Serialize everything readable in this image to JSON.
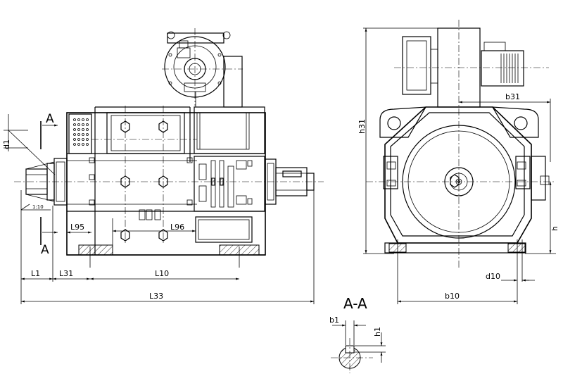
{
  "drawing": {
    "section_marker": "A",
    "section_title": "A-A",
    "taper_label": "1:10",
    "dimensions": {
      "d1": "d1",
      "l95": "L95",
      "l96": "L96",
      "l1": "L1",
      "l31": "L31",
      "l10": "L10",
      "l33": "L33",
      "h31": "h31",
      "b31": "b31",
      "h": "h",
      "d10": "d10",
      "b10": "b10",
      "b1": "b1",
      "h1": "h1"
    }
  }
}
